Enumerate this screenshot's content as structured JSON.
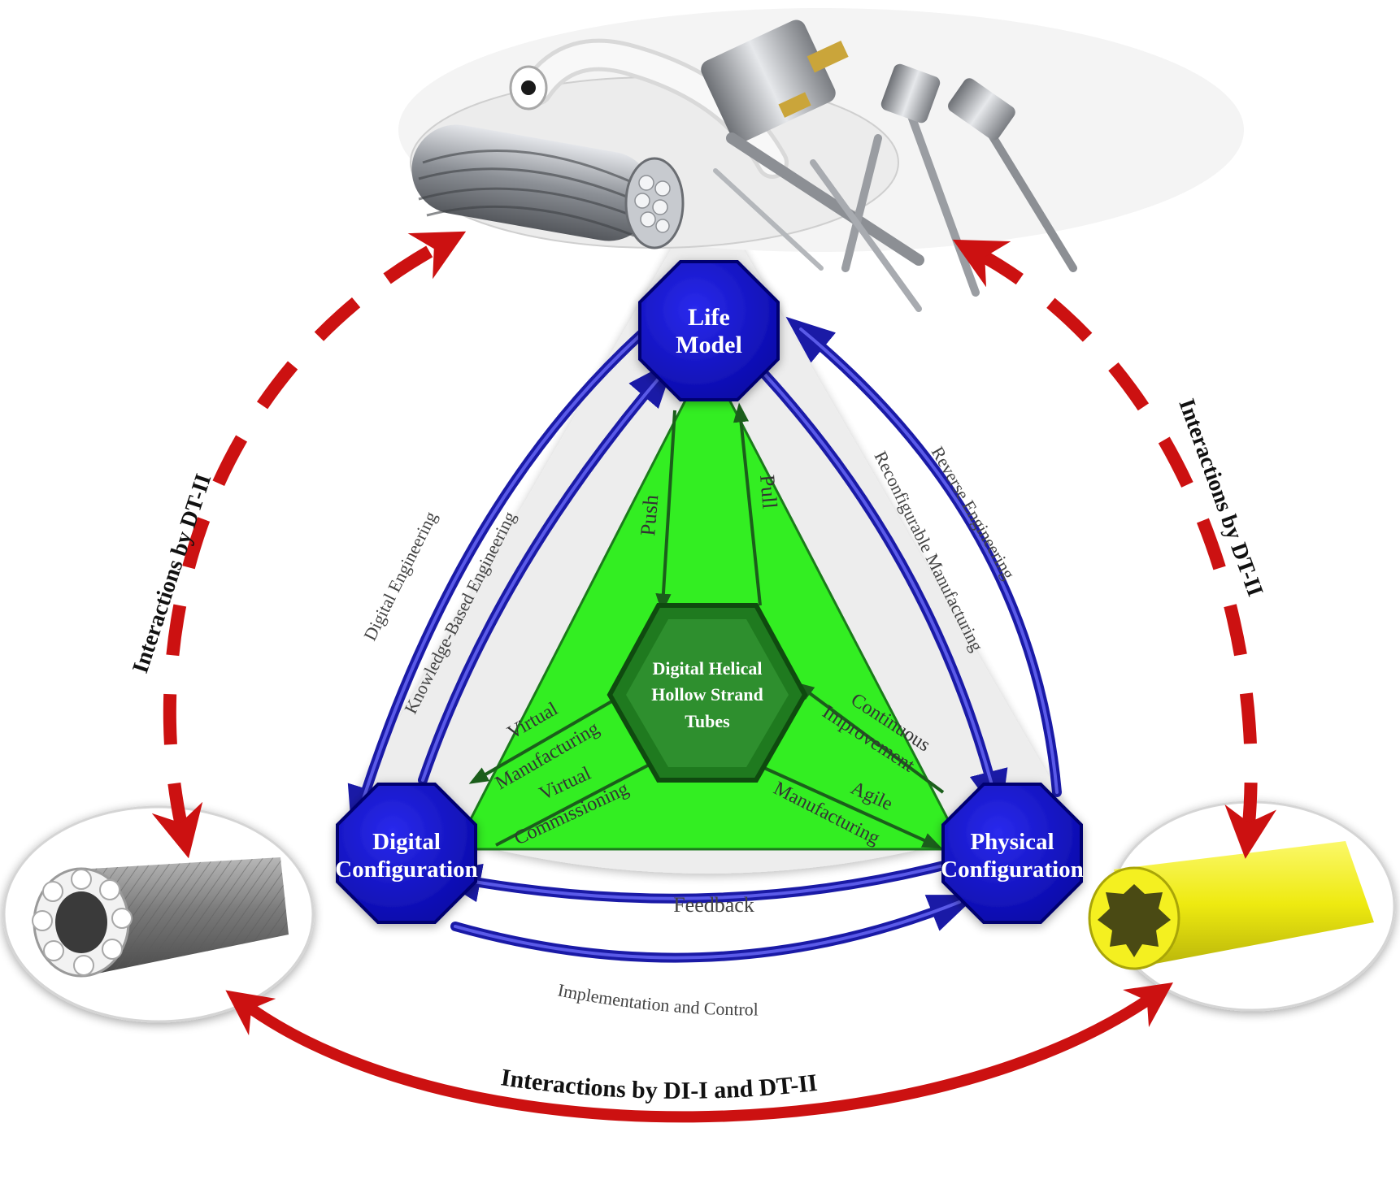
{
  "nodes": {
    "life_model": {
      "line1": "Life",
      "line2": "Model"
    },
    "digital_configuration": {
      "line1": "Digital",
      "line2": "Configuration"
    },
    "physical_configuration": {
      "line1": "Physical",
      "line2": "Configuration"
    },
    "center": {
      "line1": "Digital  Helical",
      "line2": "Hollow Strand",
      "line3": "Tubes"
    }
  },
  "flows": {
    "push": "Push",
    "pull": "Pull",
    "digital_engineering": "Digital Engineering",
    "knowledge_based_engineering": "Knowledge-Based Engineering",
    "reconfigurable_manufacturing": "Reconfigurable Manufacturing",
    "reverse_engineering": "Reverse Engineering",
    "virtual_manufacturing": {
      "line1": "Virtual",
      "line2": "Manufacturing"
    },
    "virtual_commissioning": {
      "line1": "Virtual",
      "line2": "Commissioning"
    },
    "continuous_improvement": {
      "line1": "Continuous",
      "line2": "Improvement"
    },
    "agile_manufacturing": {
      "line1": "Agile",
      "line2": "Manufacturing"
    },
    "feedback": "Feedback",
    "implementation_and_control": "Implementation and Control"
  },
  "interactions": {
    "left": "Interactions by DT-II",
    "right": "Interactions by DT-II",
    "bottom": "Interactions by DI-I and DT-II"
  },
  "colors": {
    "node_blue": "#1010cc",
    "flow_blue": "#1a1aa6",
    "triangle_green": "#33ee22",
    "center_green": "#1f7a1f",
    "interaction_red": "#cc1111",
    "tube_yellow": "#f0ec10",
    "label_gray": "#444444"
  },
  "images": {
    "top": "wire-strand-and-tube-products",
    "left": "gray-stranded-tube",
    "right": "yellow-hollow-tube"
  }
}
